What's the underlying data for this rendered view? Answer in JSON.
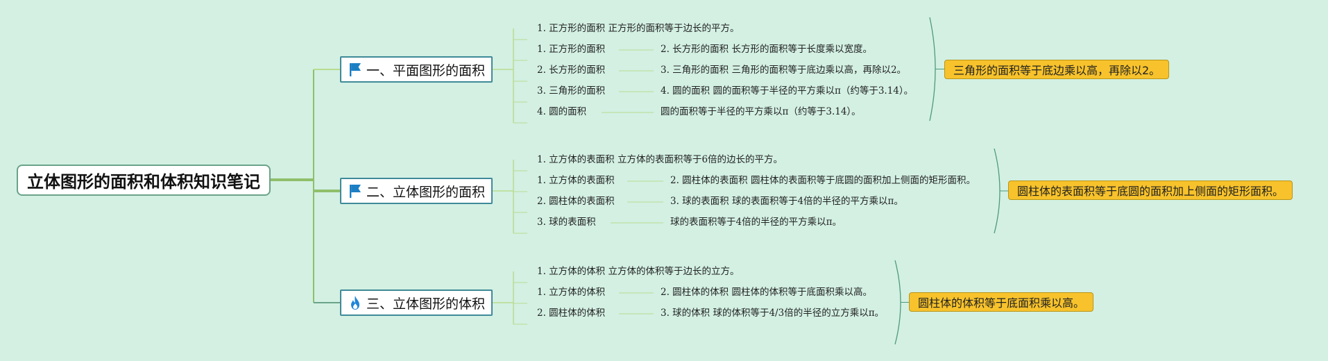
{
  "root": {
    "title": "立体图形的面积和体积知识笔记"
  },
  "colors": {
    "background": "#d3f0e3",
    "summary_fill": "#f7c22b",
    "branch_border": "#3f8a98",
    "flag_blue": "#1c7fc4",
    "fire_blue": "#1f85d8"
  },
  "branches": [
    {
      "title": "一、平面图形的面积",
      "icon": "flag-icon",
      "leaves": [
        {
          "left": "1. 正方形的面积 正方形的面积等于边长的平方。"
        },
        {
          "left": "1. 正方形的面积",
          "right": "2. 长方形的面积 长方形的面积等于长度乘以宽度。"
        },
        {
          "left": "2. 长方形的面积",
          "right": "3. 三角形的面积 三角形的面积等于底边乘以高，再除以2。"
        },
        {
          "left": "3. 三角形的面积",
          "right": "4. 圆的面积 圆的面积等于半径的平方乘以π（约等于3.14）。"
        },
        {
          "left": "4. 圆的面积",
          "right": "圆的面积等于半径的平方乘以π（约等于3.14）。"
        }
      ],
      "summary": "三角形的面积等于底边乘以高，再除以2。"
    },
    {
      "title": "二、立体图形的面积",
      "icon": "flag-icon",
      "leaves": [
        {
          "left": "1. 立方体的表面积 立方体的表面积等于6倍的边长的平方。"
        },
        {
          "left": "1. 立方体的表面积",
          "right": "2. 圆柱体的表面积 圆柱体的表面积等于底圆的面积加上侧面的矩形面积。"
        },
        {
          "left": "2. 圆柱体的表面积",
          "right": "3. 球的表面积 球的表面积等于4倍的半径的平方乘以π。"
        },
        {
          "left": "3. 球的表面积",
          "right": "球的表面积等于4倍的半径的平方乘以π。"
        }
      ],
      "summary": "圆柱体的表面积等于底圆的面积加上侧面的矩形面积。"
    },
    {
      "title": "三、立体图形的体积",
      "icon": "fire-icon",
      "leaves": [
        {
          "left": "1. 立方体的体积 立方体的体积等于边长的立方。"
        },
        {
          "left": "1. 立方体的体积",
          "right": "2. 圆柱体的体积 圆柱体的体积等于底面积乘以高。"
        },
        {
          "left": "2. 圆柱体的体积",
          "right": "3. 球的体积 球的体积等于4/3倍的半径的立方乘以π。"
        }
      ],
      "summary": "圆柱体的体积等于底面积乘以高。"
    }
  ]
}
